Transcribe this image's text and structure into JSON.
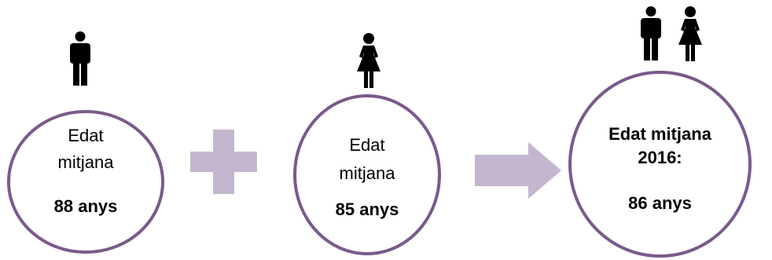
{
  "colors": {
    "circle_border": "#7a5a8c",
    "operator_fill": "#c4b6cf",
    "icon_fill": "#000000"
  },
  "icons": {
    "male": "male-icon",
    "female": "female-icon"
  },
  "operators": {
    "plus": "plus-sign",
    "arrow": "right-arrow"
  },
  "groups": [
    {
      "line1": "Edat",
      "line2": "mitjana",
      "value": "88 anys"
    },
    {
      "line1": "Edat",
      "line2": "mitjana",
      "value": "85 anys"
    },
    {
      "line1": "Edat mitjana",
      "line2": "2016:",
      "value": "86 anys"
    }
  ]
}
